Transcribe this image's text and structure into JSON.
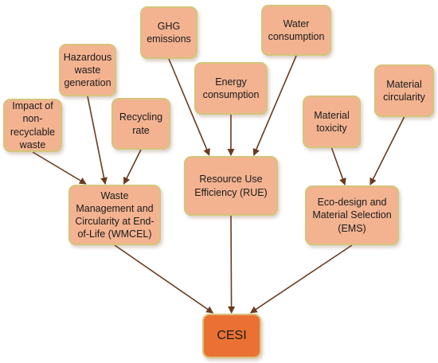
{
  "colors": {
    "node_fill": "#f3b391",
    "node_border": "#d4c57a",
    "root_fill": "#ea7133",
    "edge": "#6b3a1e"
  },
  "nodes": {
    "ghg": "GHG emissions",
    "water": "Water consumption",
    "hazardous": "Hazardous waste generation",
    "energy": "Energy consumption",
    "material_circ": "Material circularity",
    "non_recyclable": "Impact of non-recyclable waste",
    "recycling": "Recycling rate",
    "toxicity": "Material toxicity",
    "rue": "Resource Use Efficiency (RUE)",
    "wmcel": "Waste Management and Circularity at End-of-Life (WMCEL)",
    "ems": "Eco-design and Material Selection (EMS)",
    "cesi": "CESI"
  },
  "edges": [
    [
      "hazardous",
      "wmcel"
    ],
    [
      "non_recyclable",
      "wmcel"
    ],
    [
      "recycling",
      "wmcel"
    ],
    [
      "ghg",
      "rue"
    ],
    [
      "energy",
      "rue"
    ],
    [
      "water",
      "rue"
    ],
    [
      "toxicity",
      "ems"
    ],
    [
      "material_circ",
      "ems"
    ],
    [
      "wmcel",
      "cesi"
    ],
    [
      "rue",
      "cesi"
    ],
    [
      "ems",
      "cesi"
    ]
  ]
}
